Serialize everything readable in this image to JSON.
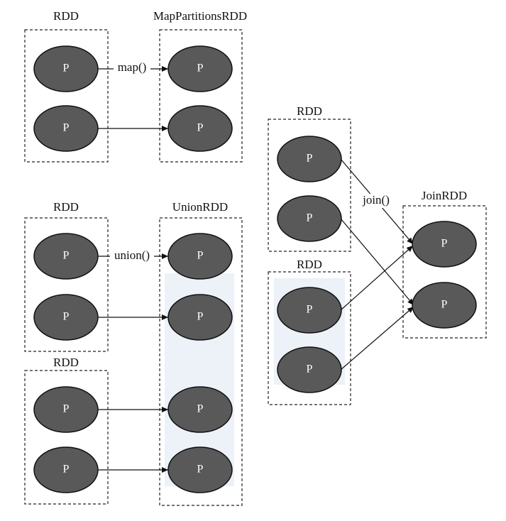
{
  "diagram": {
    "partition_label": "P",
    "map_section": {
      "source_title": "RDD",
      "target_title": "MapPartitionsRDD",
      "operation": "map()"
    },
    "union_section": {
      "source1_title": "RDD",
      "source2_title": "RDD",
      "target_title": "UnionRDD",
      "operation": "union()"
    },
    "join_section": {
      "source1_title": "RDD",
      "source2_title": "RDD",
      "target_title": "JoinRDD",
      "operation": "join()"
    },
    "colors": {
      "partition_fill": "#595959",
      "highlight_fill": "#dfe6f2",
      "line": "#111111"
    }
  }
}
